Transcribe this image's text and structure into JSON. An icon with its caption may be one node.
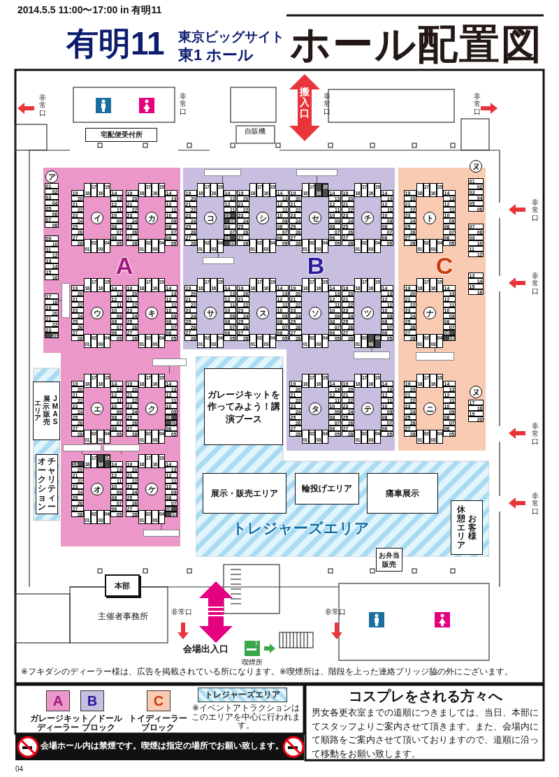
{
  "diagram": {
    "title": "ホール配置図",
    "nodes": [
      {
        "text": [
          "A"
        ]
      },
      {
        "text": [
          "ア",
          "01",
          "02",
          "03",
          "04",
          "05",
          "06",
          "07",
          "08",
          "09",
          "10",
          "11",
          "12",
          "13",
          "14",
          "15",
          "16",
          "17",
          "18",
          "19",
          "20",
          "21",
          "22",
          "23",
          "24"
        ],
        "in": 0
      },
      {
        "text": [
          "イ",
          "01",
          "02",
          "03",
          "04",
          "05",
          "06",
          "07",
          "08",
          "09",
          "10",
          "11",
          "12",
          "13",
          "14",
          "15",
          "16",
          "17",
          "18",
          "19",
          "20",
          "21",
          "22",
          "23",
          "24",
          "25",
          "26",
          "27",
          "28"
        ],
        "in": 0
      },
      {
        "text": [
          "カ",
          "01",
          "02",
          "03",
          "04",
          "05",
          "06",
          "07",
          "08",
          "09",
          "10",
          "11",
          "12",
          "13",
          "14",
          "15",
          "16",
          "17",
          "18",
          "19",
          "20",
          "21",
          "22",
          "23",
          "24",
          "25",
          "26",
          "27",
          "28"
        ],
        "in": 0
      },
      {
        "text": [
          "ウ",
          "01",
          "02",
          "03",
          "04",
          "05",
          "06",
          "07",
          "08",
          "09",
          "10",
          "11",
          "12",
          "13",
          "14",
          "15",
          "16",
          "17",
          "18",
          "19",
          "20",
          "21",
          "22",
          "23",
          "24",
          "25",
          "26",
          "27",
          "28"
        ],
        "in": 0
      },
      {
        "text": [
          "キ",
          "01",
          "02",
          "03",
          "04",
          "05",
          "06",
          "07",
          "08",
          "09",
          "10",
          "11",
          "12",
          "13",
          "14",
          "15",
          "16",
          "17",
          "18",
          "19",
          "20",
          "21",
          "22",
          "23",
          "24",
          "25",
          "26",
          "27",
          "28"
        ],
        "in": 0
      },
      {
        "text": [
          "エ",
          "01",
          "02",
          "03",
          "04",
          "05",
          "06",
          "07",
          "08",
          "09",
          "10",
          "11",
          "12",
          "13",
          "14",
          "15",
          "16",
          "17",
          "18",
          "19",
          "20",
          "21",
          "22",
          "23",
          "24",
          "25",
          "26",
          "27",
          "28"
        ],
        "in": 0
      },
      {
        "text": [
          "ク",
          "01",
          "02",
          "03",
          "04",
          "05",
          "06",
          "07",
          "08",
          "09",
          "10",
          "11",
          "12",
          "13",
          "14",
          "15",
          "16",
          "17",
          "18",
          "19",
          "20",
          "21",
          "22",
          "23",
          "24",
          "25",
          "26",
          "27",
          "28"
        ],
        "in": 0
      },
      {
        "text": [
          "オ",
          "01",
          "02",
          "03",
          "04",
          "05",
          "06",
          "07",
          "08",
          "09",
          "10",
          "11",
          "12",
          "13",
          "14",
          "15",
          "16",
          "17",
          "18",
          "19",
          "20",
          "21",
          "22",
          "23",
          "24",
          "25",
          "26",
          "27",
          "28"
        ],
        "in": 0
      },
      {
        "text": [
          "ケ",
          "01",
          "02",
          "03",
          "04",
          "05",
          "06",
          "07",
          "08",
          "09",
          "10",
          "11",
          "12",
          "13",
          "14",
          "15",
          "16",
          "17",
          "18",
          "19",
          "20",
          "21",
          "22",
          "23",
          "24",
          "25",
          "26",
          "27",
          "28"
        ],
        "in": 0
      },
      {
        "text": [
          "B"
        ]
      },
      {
        "text": [
          "コ",
          "01",
          "02",
          "03",
          "04",
          "05",
          "06",
          "07",
          "08",
          "09",
          "10",
          "11",
          "12",
          "13",
          "14",
          "15",
          "16",
          "17",
          "18",
          "19",
          "20",
          "21",
          "22",
          "23",
          "24",
          "25",
          "26",
          "27",
          "28"
        ],
        "in": 10
      },
      {
        "text": [
          "シ",
          "01",
          "02",
          "03",
          "04",
          "05",
          "06",
          "07",
          "08",
          "09",
          "10",
          "11",
          "12",
          "13",
          "14",
          "15",
          "16",
          "17",
          "18",
          "19",
          "20",
          "21",
          "22",
          "23",
          "24",
          "25",
          "26",
          "27",
          "28"
        ],
        "in": 10
      },
      {
        "text": [
          "セ",
          "01",
          "02",
          "03",
          "04",
          "05",
          "06",
          "07",
          "08",
          "09",
          "10",
          "11",
          "12",
          "13",
          "14",
          "15",
          "16",
          "17",
          "18",
          "19",
          "20",
          "21",
          "22",
          "23",
          "24",
          "25",
          "26",
          "27",
          "28"
        ],
        "in": 10
      },
      {
        "text": [
          "チ",
          "01",
          "02",
          "03",
          "04",
          "05",
          "06",
          "07",
          "08",
          "09",
          "10",
          "11",
          "12",
          "13",
          "14",
          "15",
          "16",
          "17",
          "18",
          "19",
          "20",
          "21",
          "22",
          "23",
          "24",
          "25",
          "26",
          "27",
          "28"
        ],
        "in": 10
      },
      {
        "text": [
          "サ",
          "01",
          "02",
          "03",
          "04",
          "05",
          "06",
          "07",
          "08",
          "09",
          "10",
          "11",
          "12",
          "13",
          "14",
          "15",
          "16",
          "17",
          "18",
          "19",
          "20",
          "21",
          "22",
          "23",
          "24",
          "25",
          "26",
          "27",
          "28"
        ],
        "in": 10
      },
      {
        "text": [
          "ス",
          "01",
          "02",
          "03",
          "04",
          "05",
          "06",
          "07",
          "08",
          "09",
          "10",
          "11",
          "12",
          "13",
          "14",
          "15",
          "16",
          "17",
          "18",
          "19",
          "20",
          "21",
          "22",
          "23",
          "24",
          "25",
          "26",
          "27",
          "28"
        ],
        "in": 10
      },
      {
        "text": [
          "ソ",
          "01",
          "02",
          "03",
          "04",
          "05",
          "06",
          "07",
          "08",
          "09",
          "10",
          "11",
          "12",
          "13",
          "14",
          "15",
          "16",
          "17",
          "18",
          "19",
          "20",
          "21",
          "22",
          "23",
          "24",
          "25",
          "26",
          "27",
          "28"
        ],
        "in": 10
      },
      {
        "text": [
          "ツ",
          "01",
          "02",
          "03",
          "04",
          "05",
          "06",
          "07",
          "08",
          "09",
          "10",
          "11",
          "12",
          "13",
          "14",
          "15",
          "16",
          "17",
          "18",
          "19",
          "20",
          "21",
          "22",
          "23",
          "24",
          "25",
          "26",
          "27",
          "28"
        ],
        "in": 10
      },
      {
        "text": [
          "タ",
          "01",
          "02",
          "03",
          "04",
          "05",
          "06",
          "07",
          "08",
          "09",
          "10",
          "11",
          "12",
          "13",
          "14",
          "15",
          "16",
          "17",
          "18",
          "19",
          "20",
          "21",
          "22",
          "23",
          "24",
          "25",
          "26",
          "27",
          "28"
        ],
        "in": 10
      },
      {
        "text": [
          "テ",
          "01",
          "02",
          "03",
          "04",
          "05",
          "06",
          "07",
          "08",
          "09",
          "10",
          "11",
          "12",
          "13",
          "14",
          "15",
          "16",
          "17",
          "18",
          "19",
          "20",
          "21",
          "22",
          "23",
          "24",
          "25",
          "26",
          "27",
          "28"
        ],
        "in": 10
      },
      {
        "text": [
          "C"
        ]
      },
      {
        "text": [
          "ト",
          "01",
          "02",
          "03",
          "04",
          "05",
          "06",
          "07",
          "08",
          "09",
          "10",
          "11",
          "12",
          "13",
          "14",
          "15",
          "16",
          "17",
          "18",
          "19",
          "20",
          "21",
          "22",
          "23",
          "24",
          "25",
          "26",
          "27",
          "28"
        ],
        "in": 21
      },
      {
        "text": [
          "ナ",
          "01",
          "02",
          "03",
          "04",
          "05",
          "06",
          "07",
          "08",
          "09",
          "10",
          "11",
          "12",
          "13",
          "14",
          "15",
          "16",
          "17",
          "18",
          "19",
          "20",
          "21",
          "22",
          "23",
          "24",
          "25",
          "26",
          "27",
          "28"
        ],
        "in": 21
      },
      {
        "text": [
          "ニ",
          "01",
          "02",
          "03",
          "04",
          "05",
          "06",
          "07",
          "08",
          "09",
          "10",
          "11",
          "12",
          "13",
          "14",
          "15",
          "16",
          "17",
          "18",
          "19",
          "20",
          "21",
          "22",
          "23",
          "24",
          "25",
          "26",
          "27",
          "28"
        ],
        "in": 21
      },
      {
        "text": [
          "ヌ",
          "01",
          "02",
          "03",
          "04",
          "05",
          "06",
          "07",
          "08",
          "09",
          "10",
          "11",
          "12",
          "13",
          "14",
          "15",
          "16"
        ],
        "in": 21
      },
      {
        "text": [
          "ヌ",
          "17",
          "18",
          "19",
          "20"
        ],
        "in": 21
      },
      {
        "text": [
          "トレジャーズエリア"
        ]
      },
      {
        "text": [
          "ガレージキットを作ってみよう！講演ブース"
        ],
        "in": 27
      },
      {
        "text": [
          "展示・販売エリア"
        ],
        "in": 27
      },
      {
        "text": [
          "輪投げエリア"
        ],
        "in": 27
      },
      {
        "text": [
          "痛車展示"
        ],
        "in": 27
      },
      {
        "text": [
          "休憩エリア",
          "お客様"
        ],
        "in": 27
      },
      {
        "text": [
          "エリア",
          "展示・販売",
          "JMAS"
        ]
      },
      {
        "text": [
          "オークション",
          "チャリティー"
        ]
      },
      {
        "text": [
          "お弁当販売"
        ]
      },
      {
        "text": [
          "宅配便受付所"
        ]
      },
      {
        "text": [
          "本部"
        ]
      },
      {
        "text": [],
        "shape": "box",
        "in": 10
      },
      {
        "text": [],
        "shape": "box",
        "in": 10
      },
      {
        "text": [],
        "shape": "box",
        "in": 10
      },
      {
        "text": [],
        "shape": "box",
        "in": 0
      },
      {
        "text": [],
        "shape": "box",
        "in": 10
      },
      {
        "text": [],
        "shape": "box",
        "in": 21
      },
      {
        "text": [],
        "shape": "box"
      },
      {
        "text": [],
        "shape": "box",
        "in": 0
      },
      {
        "text": [],
        "shape": "box",
        "in": 0
      },
      {
        "text": [],
        "shape": "box",
        "in": 0
      }
    ],
    "edges": [
      {
        "from": 38,
        "to": 11,
        "arrow": "none"
      },
      {
        "from": 39,
        "to": 11,
        "arrow": "none"
      },
      {
        "from": 40,
        "to": 13,
        "arrow": "none"
      },
      {
        "from": 41,
        "to": 1,
        "arrow": "none"
      },
      {
        "from": 42,
        "to": 18,
        "arrow": "none"
      },
      {
        "from": 43,
        "to": 23,
        "arrow": "none"
      },
      {
        "from": 44,
        "to": 7,
        "arrow": "none"
      },
      {
        "from": 45,
        "to": 8,
        "arrow": "none"
      },
      {
        "from": 46,
        "to": 8,
        "arrow": "none"
      },
      {
        "from": 47,
        "to": 9,
        "arrow": "none"
      }
    ],
    "labels": [
      "2014.5.5 11:00〜17:00 in 有明11",
      "有明11",
      "東京ビッグサイト",
      "東1 ホール",
      "非常口",
      "非常口",
      "非常口",
      "非常口",
      "搬入口",
      "自販機",
      "非常口",
      "非常口",
      "非常口",
      "非常口",
      "主催者事務所",
      "非常口",
      "非常口",
      "会場出入口",
      "喫煙所",
      "※フキダシのディーラー様は、広告を掲載されている所になります。",
      "※喫煙所は、階段を上った連絡ブリッジ脇の外にございます。",
      "ガレージキット／ドールディーラー ブロック",
      "トイディーラーブロック",
      "※イベントアトラクションはこのエリアを中心に行われます。",
      "会場ホール内は禁煙です。喫煙は指定の場所でお願い致します。",
      "コスプレをされる方々へ",
      "男女各更衣室までの道順につきましては、当日、本部にてスタッフよりご案内させて頂きます。また、会場内にて順路をご案内させて頂いておりますので、道順に沿って移動をお願い致します。",
      "04"
    ],
    "legend": [
      {
        "text": "A",
        "color": "#eb97c9"
      },
      {
        "text": "B",
        "color": "#c8bedf"
      },
      {
        "text": "C",
        "color": "#f9cbb2"
      },
      {
        "text": "トレジャーズエリア"
      }
    ]
  }
}
